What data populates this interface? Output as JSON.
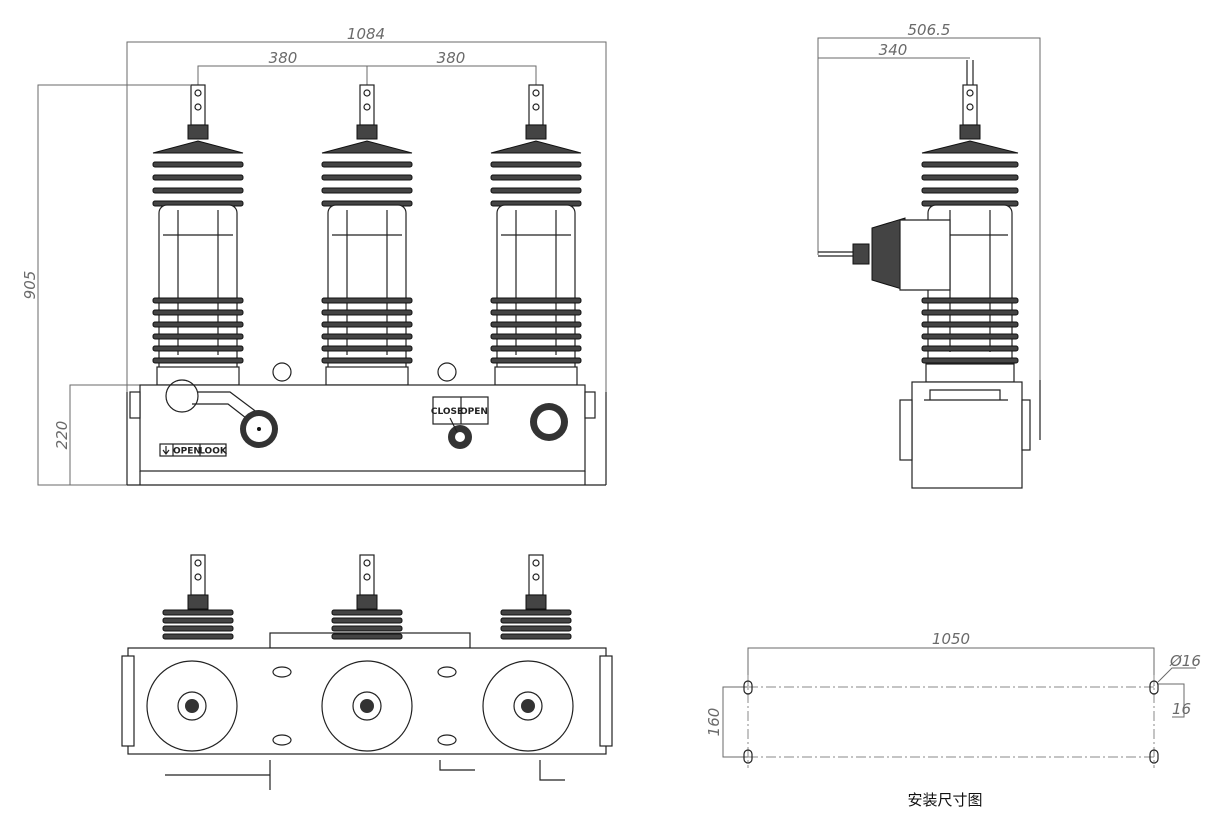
{
  "front_view": {
    "dimensions": {
      "overall_width": "1084",
      "pole_spacing_left": "380",
      "pole_spacing_right": "380",
      "overall_height": "905",
      "base_height": "220"
    },
    "labels": {
      "close": "CLOSE",
      "open_plate": "OPEN",
      "open_lock_open": "OPEN",
      "open_lock_look": "LOOK"
    }
  },
  "side_view": {
    "dimensions": {
      "overall_depth": "506.5",
      "terminal_offset": "340"
    }
  },
  "top_view": {},
  "mounting_view": {
    "dimensions": {
      "hole_spacing_x": "1050",
      "hole_spacing_y": "160",
      "hole_diameter": "Ø16",
      "slot_length": "16"
    },
    "caption": "安装尺寸图"
  }
}
